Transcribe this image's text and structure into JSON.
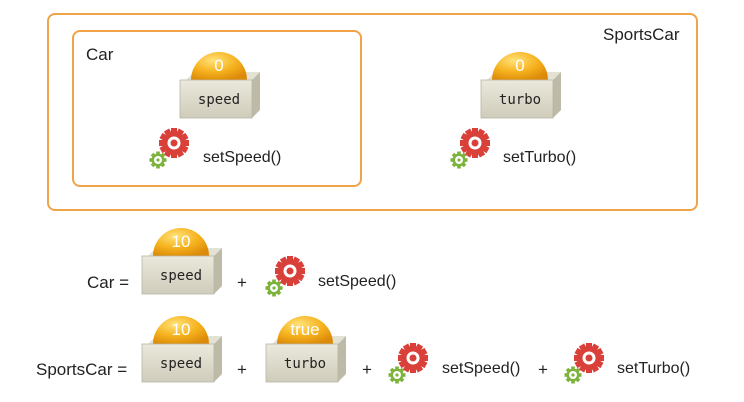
{
  "class_diagram": {
    "outer_title": "SportsCar",
    "inner_title": "Car",
    "car_variable": {
      "value": "0",
      "name": "speed"
    },
    "car_method": "setSpeed()",
    "sportscar_variable": {
      "value": "0",
      "name": "turbo"
    },
    "sportscar_method": "setTurbo()"
  },
  "equation_car": {
    "lhs": "Car =",
    "variable": {
      "value": "10",
      "name": "speed"
    },
    "plus": "+",
    "method": "setSpeed()"
  },
  "equation_sportscar": {
    "lhs": "SportsCar =",
    "variable_speed": {
      "value": "10",
      "name": "speed"
    },
    "plus1": "+",
    "variable_turbo": {
      "value": "true",
      "name": "turbo"
    },
    "plus2": "+",
    "method_speed": "setSpeed()",
    "plus3": "+",
    "method_turbo": "setTurbo()"
  },
  "colors": {
    "frame": "#f0a348",
    "sphere": "#f2a21c",
    "box": "#d8d6c6",
    "gear_big": "#d9403a",
    "gear_small": "#7cb33c"
  },
  "icons": [
    "variable-sphere-box",
    "method-gear-icon"
  ]
}
